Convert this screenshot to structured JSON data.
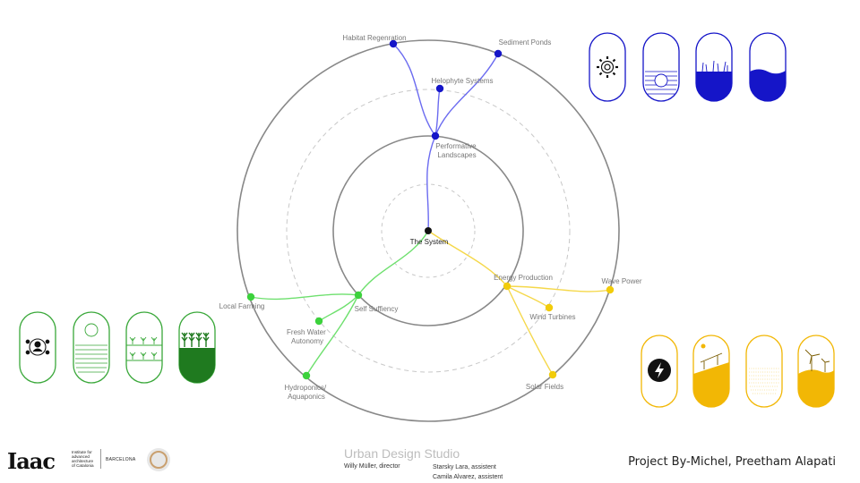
{
  "diagram": {
    "center_label": "The System",
    "blue": {
      "color": "#1515c8",
      "hub": "Performative Landscapes",
      "leaves": [
        "Habitat Regenration",
        "Sediment Ponds",
        "Helophyte Systems"
      ]
    },
    "green": {
      "color": "#3cd23c",
      "hub": "Self Suffiency",
      "leaves": [
        "Local Farming",
        "Fresh Water Autonomy",
        "Hydroponics/ Aquaponics"
      ]
    },
    "yellow": {
      "color": "#f2cc0a",
      "hub": "Energy Production",
      "leaves": [
        "Wave Power",
        "Wind Turbines",
        "Solar Fields"
      ]
    }
  },
  "icons": {
    "blue": [
      "gear-icon",
      "water-sun-icon",
      "marsh-icon",
      "water-fill-icon"
    ],
    "green": [
      "person-network-icon",
      "sun-waves-icon",
      "sprouts-icon",
      "crop-field-icon"
    ],
    "yellow": [
      "lightning-icon",
      "solar-panel-icon",
      "dotted-field-icon",
      "wind-turbine-icon"
    ]
  },
  "footer": {
    "iaac_logo": "Iaac",
    "iaac_subtitle": [
      "Institute for",
      "advanced",
      "architecture",
      "of Catalonia"
    ],
    "barcelona": "BARCELONA",
    "studio_title": "Urban Design Studio",
    "director": "Willy Müller, director",
    "assistant1": "Starsky Lara, assistent",
    "assistant2": "Camila Alvarez, assistent",
    "credit": "Project By-Michel, Preetham Alapati"
  }
}
